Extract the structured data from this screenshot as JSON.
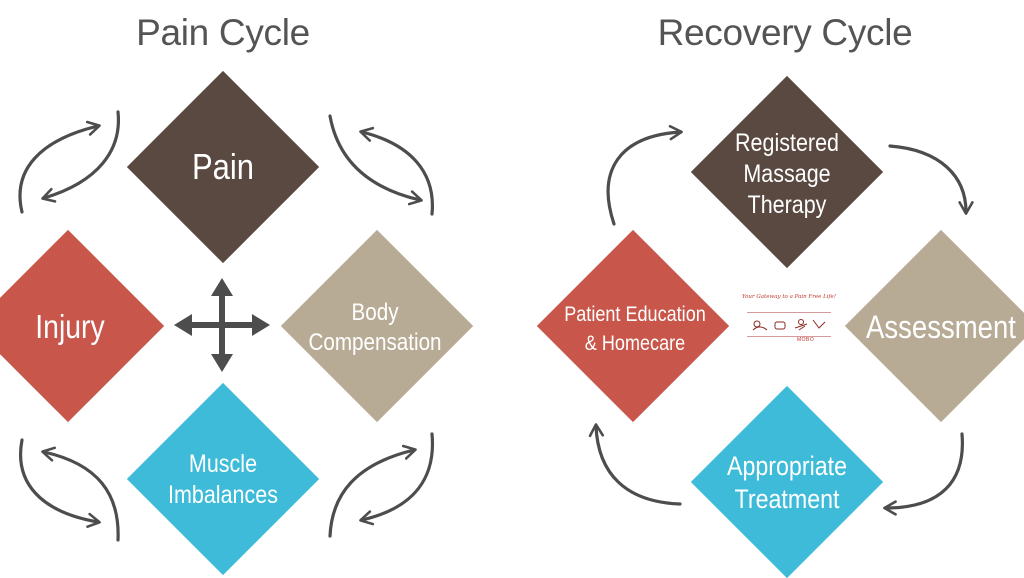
{
  "pain_cycle": {
    "title": "Pain Cycle",
    "nodes": [
      {
        "key": "top",
        "label": "Pain",
        "color": "#5a4940"
      },
      {
        "key": "left",
        "label": "Injury",
        "color": "#c8564a"
      },
      {
        "key": "right",
        "label": "Body\nCompensation",
        "color": "#b7ab96"
      },
      {
        "key": "bottom",
        "label": "Muscle\nImbalances",
        "color": "#3ebbd8"
      }
    ],
    "center_icon": "four-way-arrow-icon"
  },
  "recovery_cycle": {
    "title": "Recovery Cycle",
    "nodes": [
      {
        "key": "top",
        "label": "Registered\nMassage\nTherapy",
        "color": "#5a4940"
      },
      {
        "key": "right",
        "label": "Assessment",
        "color": "#b7ab96"
      },
      {
        "key": "bottom",
        "label": "Appropriate\nTreatment",
        "color": "#3ebbd8"
      },
      {
        "key": "left",
        "label": "Patient Education\n& Homecare",
        "color": "#c8564a"
      }
    ],
    "center_logo": {
      "tagline": "Your Gateway to a Pain Free Life!",
      "name": "MOBO",
      "accent": "#c0392b"
    }
  },
  "colors": {
    "text_title": "#545454",
    "arrow": "#4d4d4d",
    "brown": "#5a4940",
    "red": "#c8564a",
    "tan": "#b7ab96",
    "blue": "#3ebbd8"
  }
}
